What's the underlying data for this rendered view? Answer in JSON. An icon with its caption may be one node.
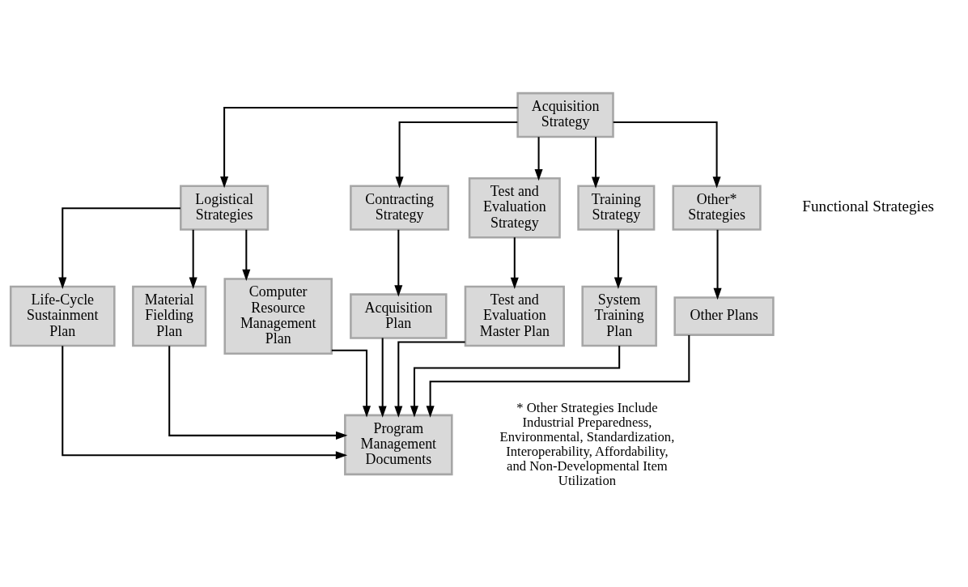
{
  "diagram": {
    "nodes": [
      {
        "text": [
          "Acquisition Strategy"
        ]
      },
      {
        "text": [
          "Logistical Strategies"
        ]
      },
      {
        "text": [
          "Contracting Strategy"
        ]
      },
      {
        "text": [
          "Test and Evaluation Strategy"
        ]
      },
      {
        "text": [
          "Training Strategy"
        ]
      },
      {
        "text": [
          "Other* Strategies"
        ]
      },
      {
        "text": [
          "Life-Cycle Sustainment Plan"
        ]
      },
      {
        "text": [
          "Material Fielding Plan"
        ]
      },
      {
        "text": [
          "Computer Resource Management Plan"
        ]
      },
      {
        "text": [
          "Acquisition Plan"
        ]
      },
      {
        "text": [
          "Test and Evaluation Master Plan"
        ]
      },
      {
        "text": [
          "System Training Plan"
        ]
      },
      {
        "text": [
          "Other Plans"
        ]
      },
      {
        "text": [
          "Program Management Documents"
        ]
      }
    ],
    "edges": [
      {
        "from": 0,
        "to": 1,
        "arrow": "to"
      },
      {
        "from": 0,
        "to": 2,
        "arrow": "to"
      },
      {
        "from": 0,
        "to": 3,
        "arrow": "to"
      },
      {
        "from": 0,
        "to": 4,
        "arrow": "to"
      },
      {
        "from": 0,
        "to": 5,
        "arrow": "to"
      },
      {
        "from": 1,
        "to": 6,
        "arrow": "to"
      },
      {
        "from": 1,
        "to": 7,
        "arrow": "to"
      },
      {
        "from": 1,
        "to": 8,
        "arrow": "to"
      },
      {
        "from": 2,
        "to": 9,
        "arrow": "to"
      },
      {
        "from": 3,
        "to": 10,
        "arrow": "to"
      },
      {
        "from": 4,
        "to": 11,
        "arrow": "to"
      },
      {
        "from": 5,
        "to": 12,
        "arrow": "to"
      },
      {
        "from": 6,
        "to": 13,
        "arrow": "to"
      },
      {
        "from": 7,
        "to": 13,
        "arrow": "to"
      },
      {
        "from": 8,
        "to": 13,
        "arrow": "to"
      },
      {
        "from": 9,
        "to": 13,
        "arrow": "to"
      },
      {
        "from": 10,
        "to": 13,
        "arrow": "to"
      },
      {
        "from": 11,
        "to": 13,
        "arrow": "to"
      },
      {
        "from": 12,
        "to": 13,
        "arrow": "to"
      }
    ],
    "labels": [
      "Functional Strategies",
      "* Other Strategies Include Industrial Preparedness, Environmental, Standardization, Interoperability, Affordability, and Non-Developmental Item Utilization"
    ]
  }
}
